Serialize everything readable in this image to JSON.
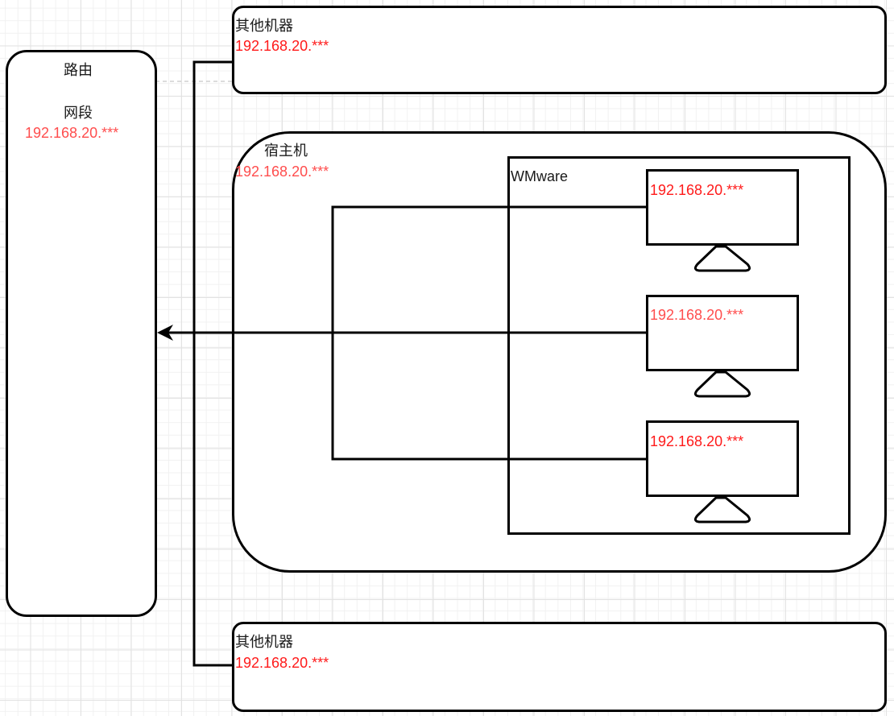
{
  "diagram": {
    "router": {
      "title": "路由",
      "subnet_label": "网段",
      "subnet": "192.168.20.***"
    },
    "other_machine_top": {
      "title": "其他机器",
      "ip": "192.168.20.***"
    },
    "host": {
      "title": "宿主机",
      "ip": "192.168.20.***"
    },
    "vmware": {
      "title": "WMware",
      "vms": [
        {
          "ip": "192.168.20.***"
        },
        {
          "ip": "192.168.20.***"
        },
        {
          "ip": "192.168.20.***"
        }
      ]
    },
    "other_machine_bottom": {
      "title": "其他机器",
      "ip": "192.168.20.***"
    },
    "colors": {
      "ip_text": "#ff1a1a",
      "stroke": "#000000",
      "grid": "#e2e2e2"
    }
  }
}
